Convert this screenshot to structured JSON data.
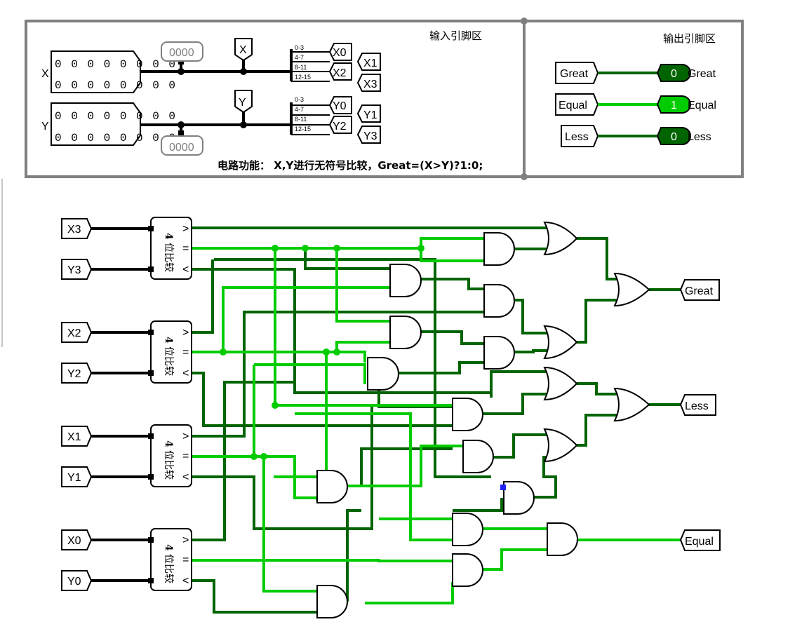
{
  "input_section": {
    "title": "输入引脚区",
    "x_label": "X",
    "y_label": "Y",
    "x_bits_row1": "0 0 0 0 0 0 0 0",
    "x_bits_row2": "0 0 0 0 0 0 0 0",
    "y_bits_row1": "0 0 0 0 0 0 0 0",
    "y_bits_row2": "0 0 0 0 0 0 0 0",
    "probe_x": "0000",
    "probe_y": "0000",
    "tunnel_x": "X",
    "tunnel_y": "Y",
    "split_ranges": [
      "0-3",
      "4-7",
      "8-11",
      "12-15"
    ],
    "x_outputs": [
      "X0",
      "X1",
      "X2",
      "X3"
    ],
    "y_outputs": [
      "Y0",
      "Y1",
      "Y2",
      "Y3"
    ],
    "function_text": "电路功能：  X,Y进行无符号比较，Great=(X>Y)?1:0;"
  },
  "output_section": {
    "title": "输出引脚区",
    "rows": [
      {
        "tunnel": "Great",
        "value": "0",
        "label": "Great",
        "color": "#006400"
      },
      {
        "tunnel": "Equal",
        "value": "1",
        "label": "Equal",
        "color": "#00cc00"
      },
      {
        "tunnel": "Less",
        "value": "0",
        "label": "Less",
        "color": "#006400"
      }
    ]
  },
  "circuit": {
    "inputs": [
      {
        "x": "X3",
        "y": "Y3"
      },
      {
        "x": "X2",
        "y": "Y2"
      },
      {
        "x": "X1",
        "y": "Y1"
      },
      {
        "x": "X0",
        "y": "Y0"
      }
    ],
    "comparator_label_bold": "4",
    "comparator_label": "位比较",
    "comparator_ports": [
      ">",
      "=",
      "<"
    ],
    "outputs": [
      "Great",
      "Less",
      "Equal"
    ]
  },
  "colors": {
    "wire_dark": "#006400",
    "wire_light": "#00cc00",
    "wire_black": "#000000",
    "frame": "#808080",
    "selection_marker": "#2222ff"
  }
}
